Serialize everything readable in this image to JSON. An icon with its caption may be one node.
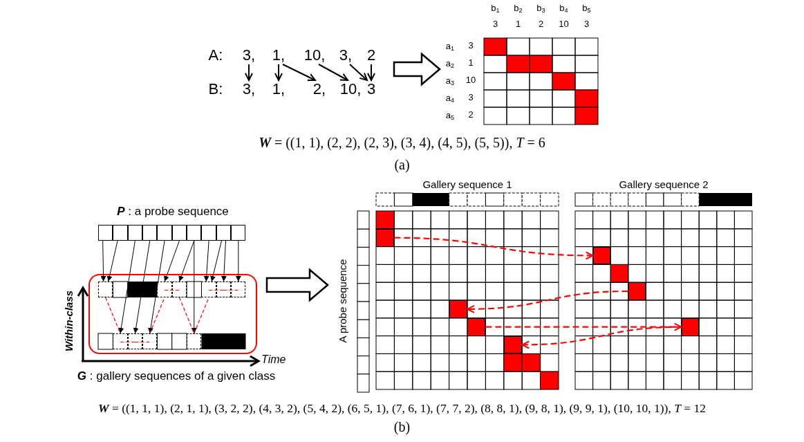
{
  "diagram": {
    "nodes": [
      {
        "text": [
          "3,"
        ]
      },
      {
        "text": [
          "1,"
        ]
      },
      {
        "text": [
          "10,"
        ]
      },
      {
        "text": [
          "3,"
        ]
      },
      {
        "text": [
          "2"
        ]
      },
      {
        "text": [
          "3,"
        ]
      },
      {
        "text": [
          "1,"
        ]
      },
      {
        "text": [
          "2,"
        ]
      },
      {
        "text": [
          "10,"
        ]
      },
      {
        "text": [
          "3"
        ]
      },
      {
        "text": [],
        "shape": "box"
      },
      {
        "text": [],
        "shape": "box"
      },
      {
        "text": [],
        "shape": "box"
      },
      {
        "text": [],
        "shape": "box"
      },
      {
        "text": [],
        "shape": "box"
      },
      {
        "text": [],
        "shape": "box"
      },
      {
        "text": [],
        "shape": "box"
      },
      {
        "text": [],
        "shape": "box"
      },
      {
        "text": [],
        "shape": "box"
      },
      {
        "text": [],
        "shape": "box"
      },
      {
        "text": [],
        "shape": "box"
      },
      {
        "text": [],
        "shape": "box"
      },
      {
        "text": [],
        "shape": "box",
        "in": 21
      },
      {
        "text": [],
        "shape": "box",
        "in": 21
      },
      {
        "text": [],
        "shape": "box",
        "in": 21
      },
      {
        "text": [],
        "shape": "box",
        "in": 21
      },
      {
        "text": [],
        "shape": "box",
        "in": 21
      },
      {
        "text": [],
        "shape": "box",
        "in": 21
      },
      {
        "text": [],
        "shape": "box",
        "in": 21
      },
      {
        "text": [],
        "shape": "box",
        "in": 21
      },
      {
        "text": [],
        "shape": "box",
        "in": 21
      },
      {
        "text": [],
        "shape": "box",
        "in": 21
      },
      {
        "text": [
          "Gallery sequence 1"
        ]
      },
      {
        "text": [
          "Gallery sequence 2"
        ]
      },
      {
        "text": [],
        "shape": "box",
        "in": 32
      },
      {
        "text": [],
        "shape": "box",
        "in": 33
      },
      {
        "text": [],
        "shape": "box",
        "in": 33
      },
      {
        "text": [],
        "shape": "box",
        "in": 32
      },
      {
        "text": [],
        "shape": "box",
        "in": 32
      },
      {
        "text": [],
        "shape": "box",
        "in": 33
      },
      {
        "text": [],
        "shape": "box",
        "in": 32
      }
    ],
    "edges": [
      {
        "from": 0,
        "to": 5,
        "arrow": "to"
      },
      {
        "from": 1,
        "to": 6,
        "arrow": "to"
      },
      {
        "from": 1,
        "to": 7,
        "arrow": "to"
      },
      {
        "from": 2,
        "to": 8,
        "arrow": "to"
      },
      {
        "from": 3,
        "to": 9,
        "arrow": "to"
      },
      {
        "from": 4,
        "to": 9,
        "arrow": "to"
      },
      {
        "from": 11,
        "to": 22,
        "arrow": "to"
      },
      {
        "from": 12,
        "to": 22,
        "arrow": "to"
      },
      {
        "from": 13,
        "to": 28,
        "arrow": "to"
      },
      {
        "from": 14,
        "to": 29,
        "arrow": "to"
      },
      {
        "from": 15,
        "to": 30,
        "arrow": "to"
      },
      {
        "from": 16,
        "to": 23,
        "arrow": "to"
      },
      {
        "from": 17,
        "to": 24,
        "arrow": "to"
      },
      {
        "from": 17,
        "to": 31,
        "arrow": "to"
      },
      {
        "from": 18,
        "to": 25,
        "arrow": "to"
      },
      {
        "from": 19,
        "to": 25,
        "arrow": "to"
      },
      {
        "from": 19,
        "to": 26,
        "arrow": "to"
      },
      {
        "from": 20,
        "to": 27,
        "arrow": "to"
      },
      {
        "from": 21,
        "to": 32,
        "arrow": "to",
        "style": "thick"
      },
      {
        "from": 34,
        "to": 35,
        "arrow": "to",
        "style": "dashed",
        "color": "#ff0000"
      },
      {
        "from": 36,
        "to": 37,
        "arrow": "to",
        "style": "dashed",
        "color": "#ff0000"
      },
      {
        "from": 38,
        "to": 39,
        "arrow": "to",
        "style": "dashed",
        "color": "#ff0000"
      },
      {
        "from": 39,
        "to": 40,
        "arrow": "to",
        "style": "dashed",
        "color": "#ff0000"
      },
      {
        "from": 22,
        "to": 28,
        "arrow": "none",
        "style": "dashed",
        "color": "#ff0000"
      },
      {
        "from": 28,
        "to": 29,
        "arrow": "none",
        "style": "dashed",
        "color": "#ff0000"
      },
      {
        "from": 29,
        "to": 30,
        "arrow": "none",
        "style": "dashed",
        "color": "#ff0000"
      },
      {
        "from": 30,
        "to": 23,
        "arrow": "none",
        "style": "dashed",
        "color": "#ff0000"
      },
      {
        "from": 23,
        "to": 24,
        "arrow": "none",
        "style": "dashed",
        "color": "#ff0000"
      },
      {
        "from": 24,
        "to": 31,
        "arrow": "none",
        "style": "dashed",
        "color": "#ff0000"
      },
      {
        "from": 31,
        "to": 25,
        "arrow": "none",
        "style": "dashed",
        "color": "#ff0000"
      },
      {
        "from": 25,
        "to": 26,
        "arrow": "none",
        "style": "dashed",
        "color": "#ff0000"
      },
      {
        "from": 26,
        "to": 27,
        "arrow": "none",
        "style": "dashed",
        "color": "#ff0000"
      }
    ],
    "labels": [
      "A:",
      "B:",
      "b$_{1}$",
      "b$_{2}$",
      "b$_{3}$",
      "b$_{4}$",
      "b$_{5}$",
      "3",
      "1",
      "2",
      "10",
      "3",
      "a$_{1}$",
      "3",
      "a$_{2}$",
      "1",
      "a$_{3}$",
      "10",
      "a$_{4}$",
      "3",
      "a$_{5}$",
      "2",
      "**W** = ((1, 1), (2, 2), (2, 3), (3, 4), (4, 5), (5, 5)), *T* = 6",
      "(a)",
      "**P** : a probe sequence",
      "Within-class",
      "Time",
      "**G** : gallery sequences of a given class",
      "A probe sequence",
      "**W** = ((1, 1, 1), (2, 1, 1), (3, 2, 2), (4, 3, 2), (5, 4, 2), (6, 5, 1), (7, 6, 1), (7, 7, 2), (8, 8, 1), (9, 8, 1), (9, 9, 1), (10, 10, 1)), *T* = 12",
      "(b)"
    ]
  }
}
